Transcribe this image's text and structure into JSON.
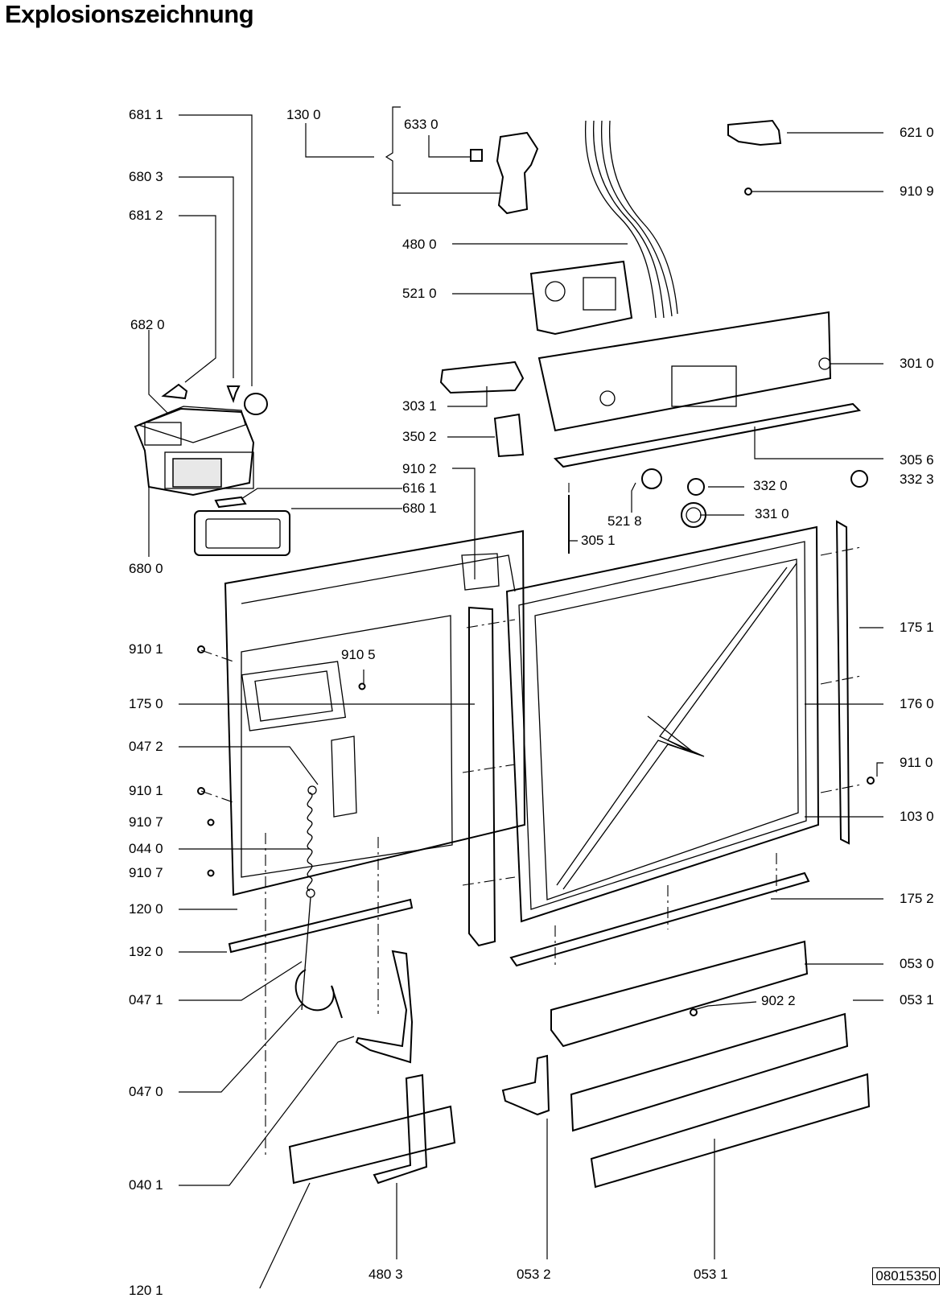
{
  "title": "Explosionszeichnung",
  "drawing_number": "08015350",
  "labels": {
    "l6811": "681 1",
    "l1300": "130 0",
    "l6330": "633 0",
    "l6210": "621 0",
    "l6803": "680 3",
    "l6812": "681 2",
    "l9109": "910 9",
    "l4800": "480 0",
    "l5210": "521 0",
    "l6820": "682 0",
    "l3010": "301 0",
    "l3031": "303 1",
    "l3502": "350 2",
    "l9102": "910 2",
    "l6161": "616 1",
    "l6801": "680 1",
    "l6800": "680 0",
    "l3056": "305 6",
    "l3320": "332 0",
    "l3323": "332 3",
    "l5218": "521 8",
    "l3310": "331 0",
    "l3051": "305 1",
    "l1751": "175 1",
    "l9101a": "910 1",
    "l9105": "910 5",
    "l1750": "175 0",
    "l1760": "176 0",
    "l0472": "047 2",
    "l9110": "911 0",
    "l9101b": "910 1",
    "l9107a": "910 7",
    "l1030": "103 0",
    "l0440": "044 0",
    "l9107b": "910 7",
    "l1200": "120 0",
    "l1752": "175 2",
    "l1920": "192 0",
    "l0530": "053 0",
    "l0471": "047 1",
    "l9022": "902 2",
    "l0531a": "053 1",
    "l0470": "047 0",
    "l0401": "040 1",
    "l1201": "120 1",
    "l4803": "480 3",
    "l0532": "053 2",
    "l0531b": "053 1"
  }
}
